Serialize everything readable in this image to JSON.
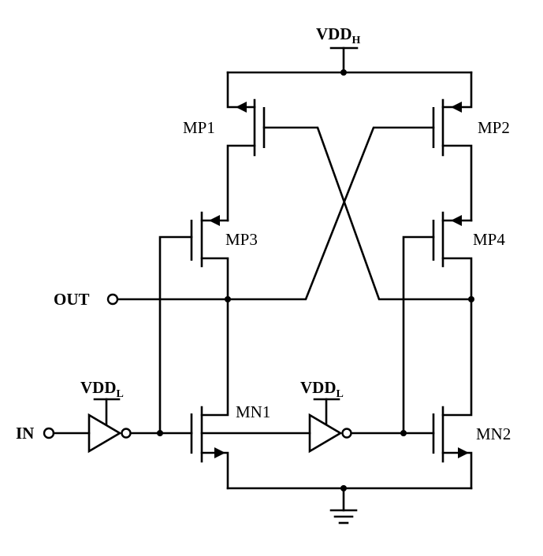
{
  "supplies": {
    "vdd_high": {
      "main": "VDD",
      "sub": "H"
    },
    "vdd_low": {
      "main": "VDD",
      "sub": "L"
    }
  },
  "terminals": {
    "input": "IN",
    "output": "OUT"
  },
  "transistors": {
    "mp1": "MP1",
    "mp2": "MP2",
    "mp3": "MP3",
    "mp4": "MP4",
    "mn1": "MN1",
    "mn2": "MN2"
  }
}
